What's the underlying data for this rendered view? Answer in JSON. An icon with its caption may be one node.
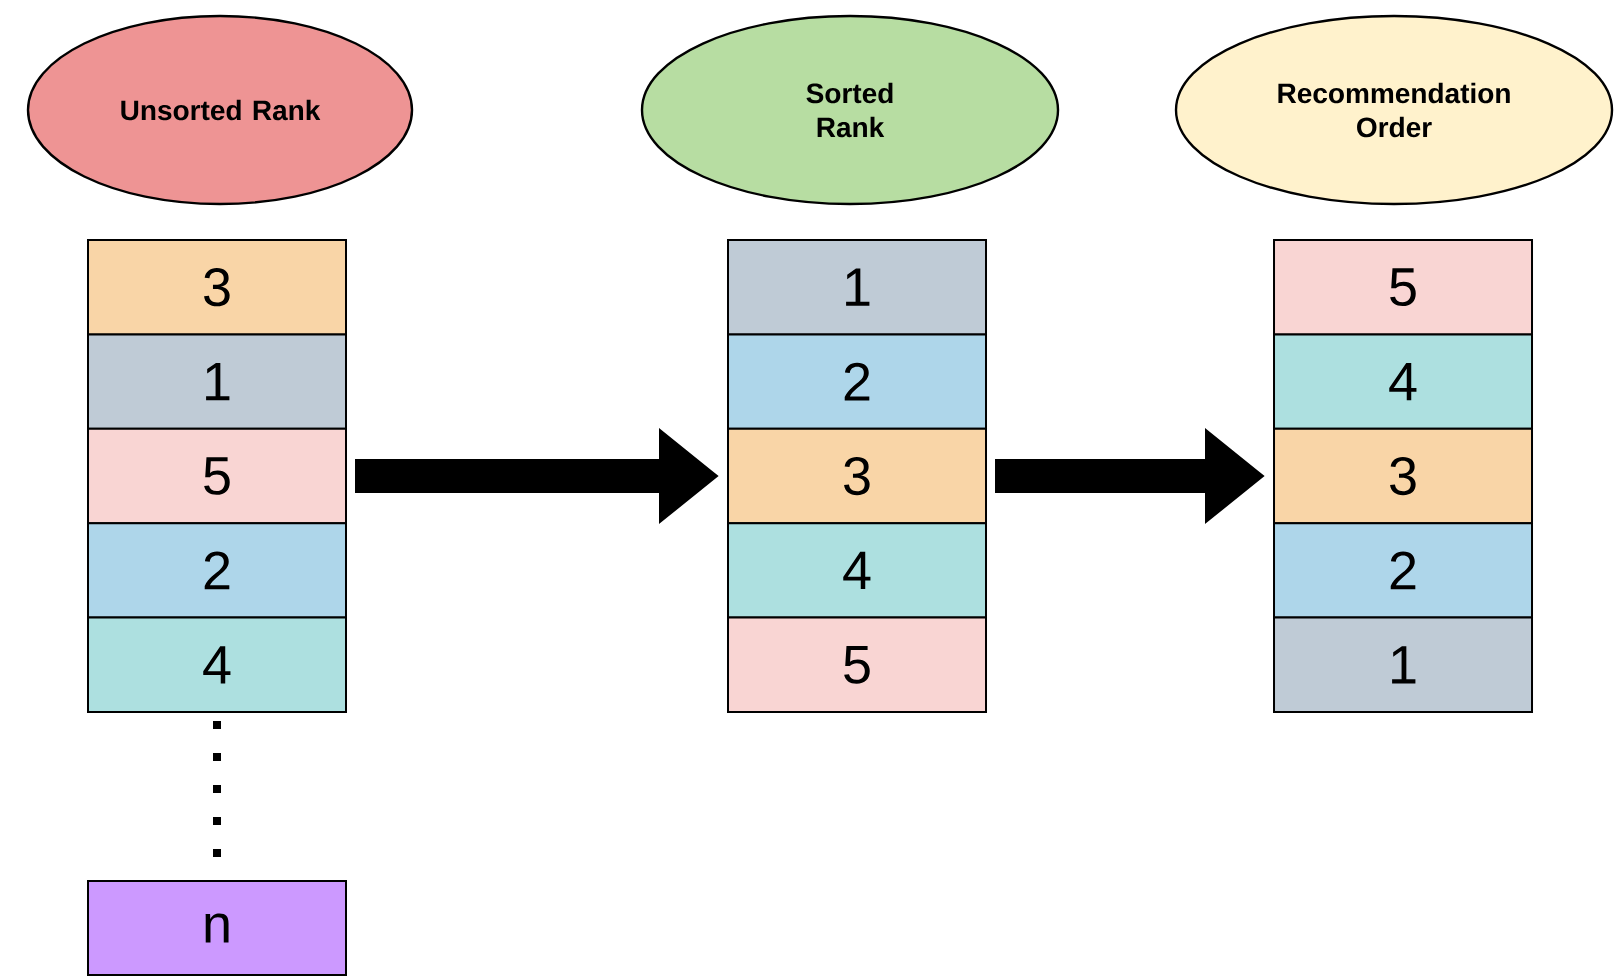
{
  "diagram": {
    "nodes": [
      {
        "text": [
          "Unsorted Rank"
        ]
      },
      {
        "text": [
          "3"
        ]
      },
      {
        "text": [
          "1"
        ]
      },
      {
        "text": [
          "5"
        ]
      },
      {
        "text": [
          "2"
        ]
      },
      {
        "text": [
          "4"
        ]
      },
      {
        "text": [
          "n"
        ]
      },
      {
        "text": [
          "Sorted Rank"
        ]
      },
      {
        "text": [
          "1"
        ]
      },
      {
        "text": [
          "2"
        ]
      },
      {
        "text": [
          "3"
        ]
      },
      {
        "text": [
          "4"
        ]
      },
      {
        "text": [
          "5"
        ]
      },
      {
        "text": [
          "Recommendation Order"
        ]
      },
      {
        "text": [
          "5"
        ]
      },
      {
        "text": [
          "4"
        ]
      },
      {
        "text": [
          "3"
        ]
      },
      {
        "text": [
          "2"
        ]
      },
      {
        "text": [
          "1"
        ]
      }
    ],
    "edges": [
      {
        "from": 5,
        "to": 6,
        "arrow": "none",
        "style": "dashed"
      },
      {
        "from": 3,
        "to": 10,
        "arrow": "to"
      },
      {
        "from": 10,
        "to": 16,
        "arrow": "to"
      }
    ]
  }
}
